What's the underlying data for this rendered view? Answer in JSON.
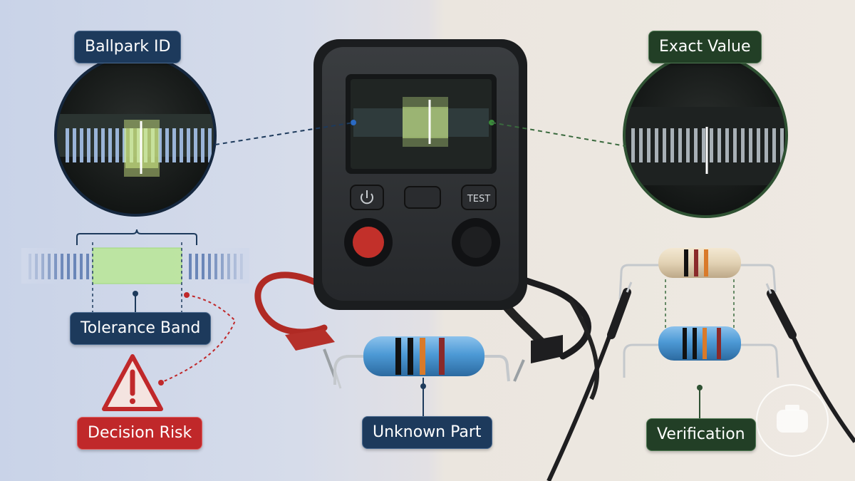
{
  "labels": {
    "ballpark": "Ballpark ID",
    "exact": "Exact Value",
    "tolerance": "Tolerance Band",
    "decision": "Decision Risk",
    "unknown": "Unknown Part",
    "verification": "Verification"
  },
  "meter": {
    "test_button": "TEST"
  },
  "icons": {
    "power": "power-icon",
    "warning": "warning-triangle-icon",
    "watermark": "logo-badge-icon"
  },
  "colors": {
    "navy": "#1d3a5c",
    "green": "#223f26",
    "red": "#c0282a",
    "scale_highlight": "#c8e88a",
    "resistor_blue": "#4d9ad6",
    "resistor_beige": "#e2d2b4",
    "lead_red": "#c2302a"
  }
}
